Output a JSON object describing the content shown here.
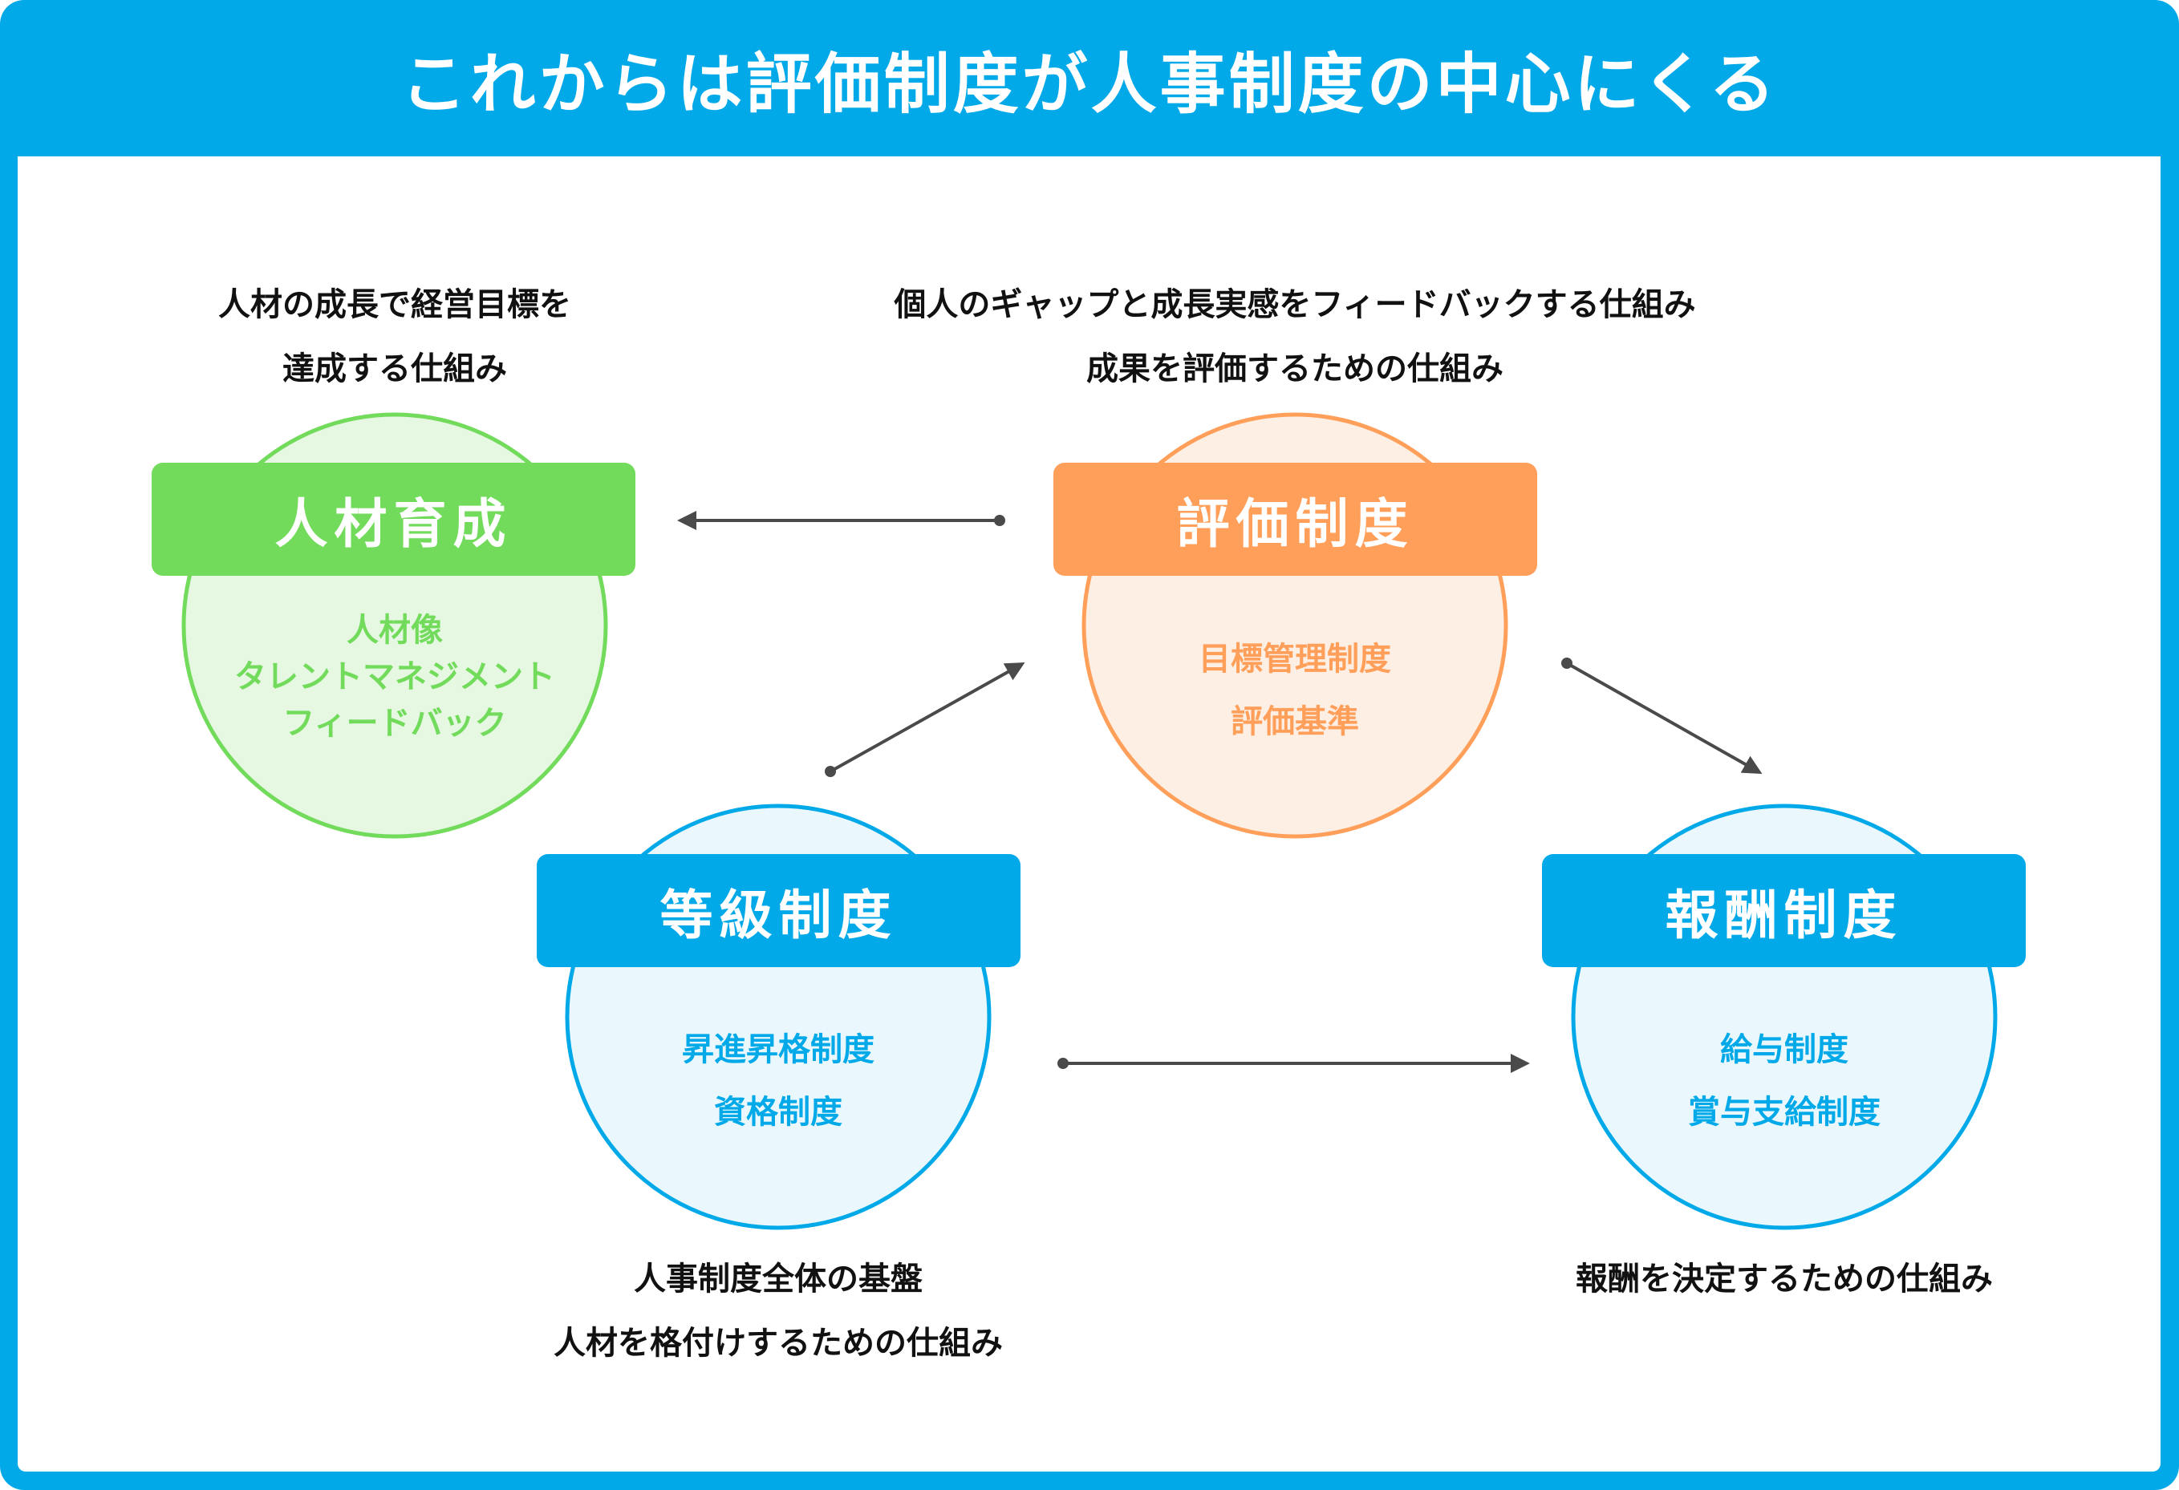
{
  "title": "これからは評価制度が人事制度の中心にくる",
  "colors": {
    "frame": "#02A9E8",
    "green": "#72DB5C",
    "green_fill": "#E6F8E2",
    "orange": "#FF9F5A",
    "orange_fill": "#FEEFE4",
    "blue": "#02A9E8",
    "blue_fill": "#EAF8FE",
    "arrow": "#4A4A4A",
    "text": "#111111"
  },
  "nodes": {
    "development": {
      "label": "人材育成",
      "items": [
        "人材像",
        "タレントマネジメント",
        "フィードバック"
      ],
      "description": [
        "人材の成長で経営目標を",
        "達成する仕組み"
      ]
    },
    "evaluation": {
      "label": "評価制度",
      "items": [
        "目標管理制度",
        "評価基準"
      ],
      "description": [
        "個人のギャップと成長実感をフィードバックする仕組み",
        "成果を評価するための仕組み"
      ]
    },
    "grade": {
      "label": "等級制度",
      "items": [
        "昇進昇格制度",
        "資格制度"
      ],
      "description": [
        "人事制度全体の基盤",
        "人材を格付けするための仕組み"
      ]
    },
    "compensation": {
      "label": "報酬制度",
      "items": [
        "給与制度",
        "賞与支給制度"
      ],
      "description": [
        "報酬を決定するための仕組み"
      ]
    }
  },
  "edges": [
    {
      "from": "evaluation",
      "to": "development"
    },
    {
      "from": "grade",
      "to": "evaluation"
    },
    {
      "from": "evaluation",
      "to": "compensation"
    },
    {
      "from": "grade",
      "to": "compensation"
    }
  ]
}
